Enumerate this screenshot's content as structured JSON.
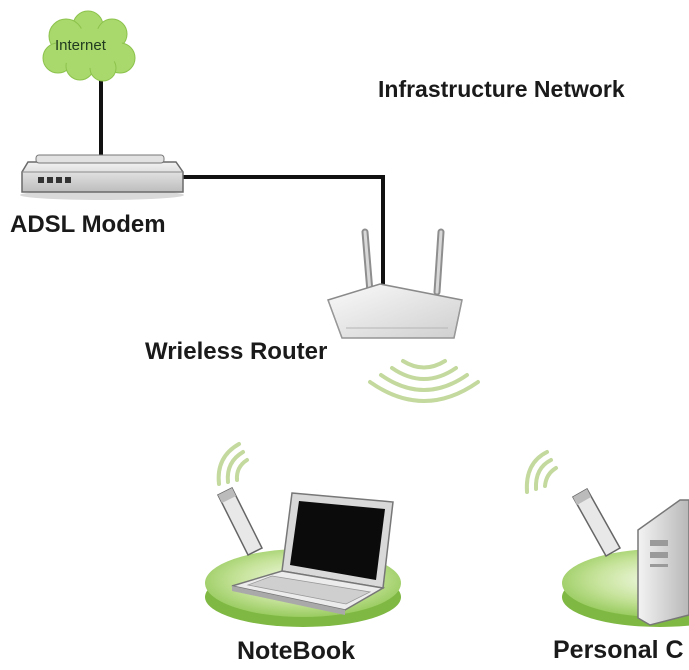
{
  "diagram": {
    "title": "Infrastructure Network",
    "nodes": {
      "internet": {
        "label": "Internet",
        "color": "#a6d86a"
      },
      "modem": {
        "label": "ADSL Modem"
      },
      "router": {
        "label": "Wrieless Router"
      },
      "notebook": {
        "label": "NoteBook"
      },
      "pc": {
        "label": "Personal C"
      }
    },
    "colors": {
      "cable": "#111111",
      "platform": "#b6da7e",
      "signal": "#c3d99e"
    }
  }
}
